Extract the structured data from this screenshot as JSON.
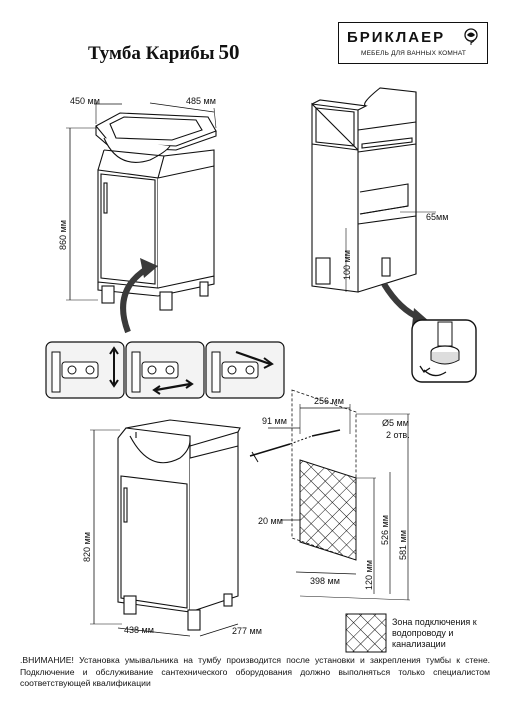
{
  "header": {
    "title": "Тумба Карибы",
    "title_number": "50",
    "brand_name": "БРИКЛАЕР",
    "brand_tagline": "МЕБЕЛЬ ДЛЯ ВАННЫХ КОМНАТ"
  },
  "dimensions": {
    "depth_top": "450 мм",
    "width_top": "485 мм",
    "height_total": "860 мм",
    "leg_height": "100 мм",
    "side_offset": "65мм",
    "hole_spacing": "256 мм",
    "hole_diameter": "Ø5 мм",
    "hole_count": "2 отв.",
    "hole_offset": "91 мм",
    "cutout_offset": "20 мм",
    "cutout_width": "398 мм",
    "cutout_height_low": "120 мм",
    "cutout_height_mid": "526 мм",
    "cutout_height_high": "581 мм",
    "body_height": "820 мм",
    "body_width": "438 мм",
    "body_depth": "277 мм"
  },
  "legend": {
    "label": "Зона подключения к водопроводу и канализации"
  },
  "warning": {
    "text": ".ВНИМАНИЕ! Установка умывальника на тумбу производится после установки и закрепления тумбы к стене. Подключение и обслуживание сантехнического оборудования должно выполняться только специалистом соответствующей квалификации"
  },
  "colors": {
    "ink": "#111111",
    "arrow_fill": "#3a3a3a",
    "panel_bg": "#f3f3f3"
  }
}
